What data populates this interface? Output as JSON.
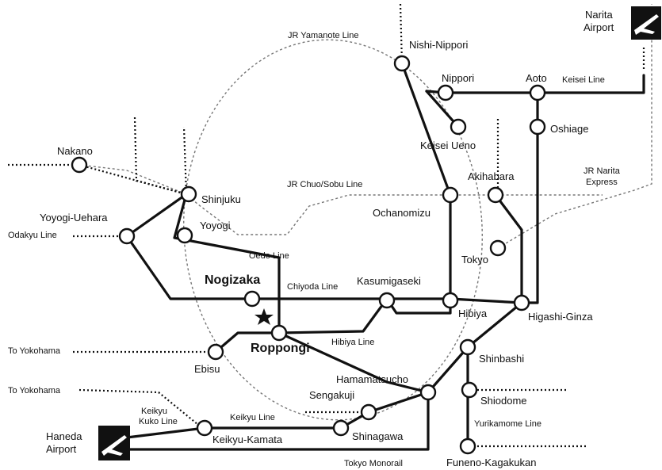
{
  "lines": {
    "yamanote": "JR Yamanote Line",
    "chuo_sobu": "JR Chuo/Sobu Line",
    "narita_express_1": "JR Narita",
    "narita_express_2": "Express",
    "keisei": "Keisei Line",
    "odakyu": "Odakyu Line",
    "oedo": "Oedo Line",
    "chiyoda": "Chiyoda Line",
    "hibiya": "Hibiya Line",
    "keikyu": "Keikyu Line",
    "keikyu_kuko_1": "Keikyu",
    "keikyu_kuko_2": "Kuko Line",
    "yurikamome": "Yurikamome Line",
    "monorail": "Tokyo Monorail",
    "to_yokohama_1": "To Yokohama",
    "to_yokohama_2": "To Yokohama"
  },
  "stations": {
    "nishi_nippori": "Nishi-Nippori",
    "nippori": "Nippori",
    "aoto": "Aoto",
    "keisei_ueno": "Keisei Ueno",
    "oshiage": "Oshiage",
    "nakano": "Nakano",
    "shinjuku": "Shinjuku",
    "yoyogi_uehara": "Yoyogi-Uehara",
    "yoyogi": "Yoyogi",
    "akihabara": "Akihabara",
    "ochanomizu": "Ochanomizu",
    "tokyo": "Tokyo",
    "nogizaka": "Nogizaka",
    "kasumigaseki": "Kasumigaseki",
    "hibiya": "Hibiya",
    "higashi_ginza": "Higashi-Ginza",
    "roppongi": "Roppongi",
    "ebisu": "Ebisu",
    "shinbashi": "Shinbashi",
    "hamamatsucho": "Hamamatsucho",
    "shiodome": "Shiodome",
    "sengakuji": "Sengakuji",
    "shinagawa": "Shinagawa",
    "keikyu_kamata": "Keikyu-Kamata",
    "funeno_kagakukan": "Funeno-Kagakukan"
  },
  "airports": {
    "narita_1": "Narita",
    "narita_2": "Airport",
    "haneda_1": "Haneda",
    "haneda_2": "Airport"
  },
  "icons": [
    "airplane-icon",
    "star-icon"
  ]
}
